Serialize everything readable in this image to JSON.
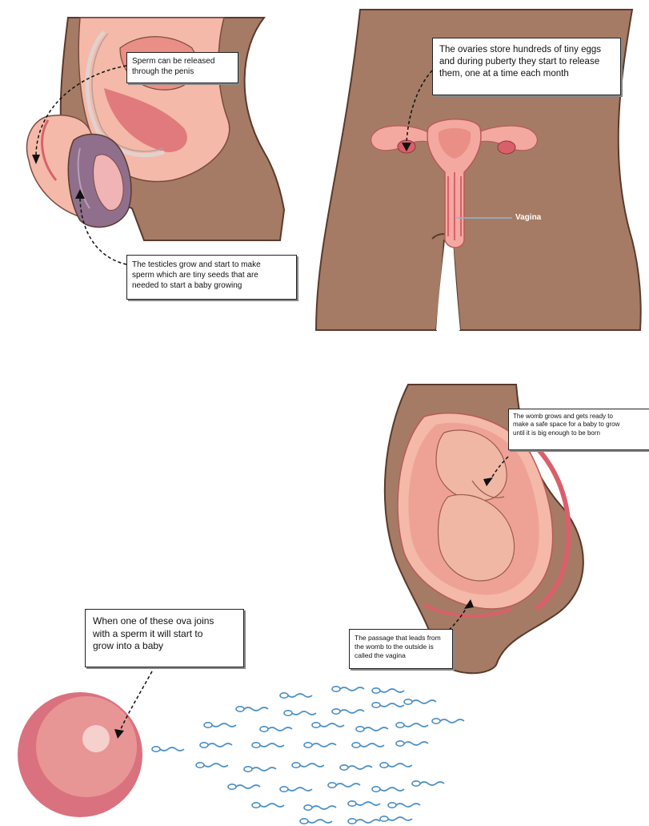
{
  "colors": {
    "skin": "#a57b65",
    "skin_outline": "#5a3a2c",
    "tissue_light": "#f4b9a8",
    "tissue_mid": "#ea8f86",
    "tissue_dark": "#d9606b",
    "testis": "#8f6f8c",
    "egg_outer": "#d9727e",
    "egg_inner": "#e89596",
    "egg_nucleus": "#f6d0cc",
    "sperm": "#4b8fc6",
    "callout_border": "#222222",
    "arrow": "#111111"
  },
  "callouts": {
    "sperm_release": "Sperm can be released\nthrough the penis",
    "testicles": "The testicles grow and start to make\nsperm which are tiny seeds that are\nneeded to start a baby growing",
    "ovaries": "The ovaries store hundreds of tiny eggs\nand during puberty they start to release\nthem, one at a time each month",
    "womb": "The womb grows and gets ready to\nmake a safe space for a baby to grow\nuntil it is big enough to be born",
    "passage": "The passage that leads from\nthe womb to the outside is\ncalled the vagina",
    "ova": "When one of these ova joins\nwith a sperm it will start to\ngrow into a baby"
  },
  "labels": {
    "vagina": "Vagina"
  }
}
